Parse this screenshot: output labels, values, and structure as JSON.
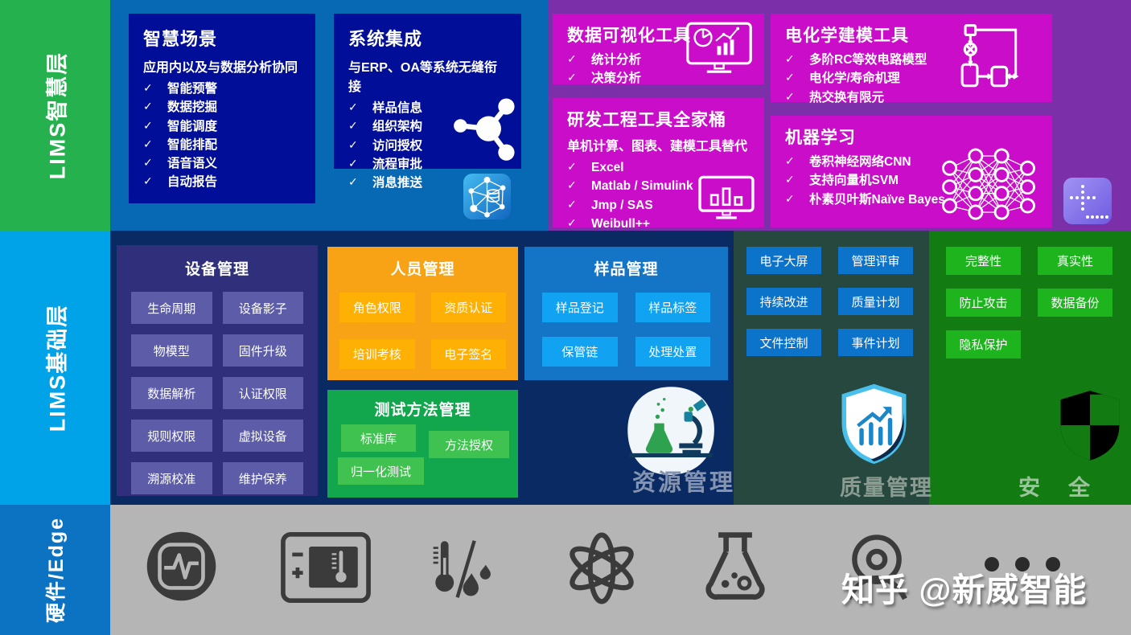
{
  "layers": {
    "smart": "LIMS智慧层",
    "foundation": "LIMS基础层",
    "hardware": "硬件/Edge"
  },
  "check": "✓",
  "smart": {
    "scene": {
      "title": "智慧场景",
      "subtitle": "应用内以及与数据分析协同",
      "items": [
        "智能预警",
        "数据挖掘",
        "智能调度",
        "智能排配",
        "语音语义",
        "自动报告"
      ]
    },
    "integration": {
      "title": "系统集成",
      "subtitle": "与ERP、OA等系统无缝衔接",
      "items": [
        "样品信息",
        "组织架构",
        "访问授权",
        "流程审批",
        "消息推送"
      ]
    },
    "dataviz": {
      "title": "数据可视化工具",
      "items": [
        "统计分析",
        "决策分析"
      ]
    },
    "rdtools": {
      "title": "研发工程工具全家桶",
      "subtitle": "单机计算、图表、建模工具替代",
      "items": [
        "Excel",
        "Matlab / Simulink",
        "Jmp / SAS",
        "Weibull++"
      ]
    },
    "electrochem": {
      "title": "电化学建模工具",
      "items": [
        "多阶RC等效电路模型",
        "电化学/寿命机理",
        "热交换有限元"
      ]
    },
    "ml": {
      "title": "机器学习",
      "items": [
        "卷积神经网络CNN",
        "支持向量机SVM",
        "朴素贝叶斯Naïve Bayes"
      ]
    }
  },
  "foundation": {
    "device": {
      "title": "设备管理",
      "buttons": [
        "生命周期",
        "设备影子",
        "物模型",
        "固件升级",
        "数据解析",
        "认证权限",
        "规则权限",
        "虚拟设备",
        "溯源校准",
        "维护保养"
      ]
    },
    "personnel": {
      "title": "人员管理",
      "buttons": [
        "角色权限",
        "资质认证",
        "培训考核",
        "电子签名"
      ]
    },
    "testmethod": {
      "title": "测试方法管理",
      "buttons": [
        "标准库",
        "方法授权",
        "归一化测试"
      ]
    },
    "sample": {
      "title": "样品管理",
      "buttons": [
        "样品登记",
        "样品标签",
        "保管链",
        "处理处置"
      ]
    },
    "resource_label": "资源管理",
    "quality": {
      "label": "质量管理",
      "buttons": [
        "电子大屏",
        "管理评审",
        "持续改进",
        "质量计划",
        "文件控制",
        "事件计划"
      ]
    },
    "security": {
      "label": "安　全",
      "buttons": [
        "完整性",
        "真实性",
        "防止攻击",
        "数据备份",
        "隐私保护"
      ]
    }
  },
  "watermark": "知乎 @新威智能",
  "colors": {
    "smart_label": "#25B14E",
    "foundation_label": "#00A3E8",
    "hardware_label": "#0C73C3",
    "smart_bg_left": "#0769B4",
    "smart_bg_right": "#7B2FA9",
    "navy_card": "#010E97",
    "magenta_card": "#C90DC9",
    "foundation_bg": "#092A63",
    "device_card": "#2F2F7B",
    "device_chip": "#5C5CA8",
    "personnel_card": "#F7A315",
    "personnel_chip": "#FFB004",
    "testmethod_card": "#12A64D",
    "testmethod_chip": "#3FC24F",
    "sample_card": "#1474C6",
    "sample_chip": "#12A2F2",
    "quality_bg": "#27483F",
    "quality_chip": "#0C73CA",
    "security_bg": "#127C12",
    "security_chip": "#1DB41D",
    "hardware_bg": "#B5B5B5",
    "hardware_icon": "#3B3B3B"
  }
}
